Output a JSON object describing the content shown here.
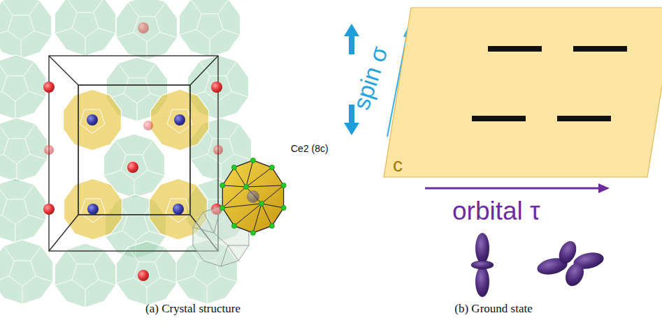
{
  "diagram": {
    "nodes": [
      {
        "text": [
          "c"
        ]
      }
    ],
    "labels": [
      "Ce2 (8c)",
      "spin σ",
      "orbital τ",
      "(a) Crystal structure",
      "(b) Ground state"
    ]
  }
}
